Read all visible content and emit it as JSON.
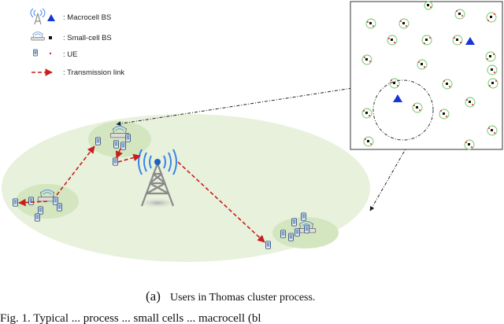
{
  "legend": {
    "macrocell_label": ": Macrocell BS",
    "smallcell_label": ": Small-cell BS",
    "ue_label": ": UE",
    "link_label": ": Transmission link"
  },
  "caption": {
    "label": "(a)",
    "text": "Users in Thomas cluster process."
  },
  "figure_line": {
    "text": "Fig. 1. Typical ... process ... small cells ... macrocell (bl"
  },
  "colors": {
    "macro_area": "#e8f1dc",
    "cluster_area": "#d3e6bf",
    "macrocell_marker": "#1535d6",
    "cluster_circle": "#6cc25c",
    "ue_dot": "#d42a2a",
    "link": "#c81e1e"
  },
  "icons": {
    "macrocell": "cell-tower-icon",
    "smallcell": "small-cell-router-icon",
    "ue": "phone-icon"
  }
}
